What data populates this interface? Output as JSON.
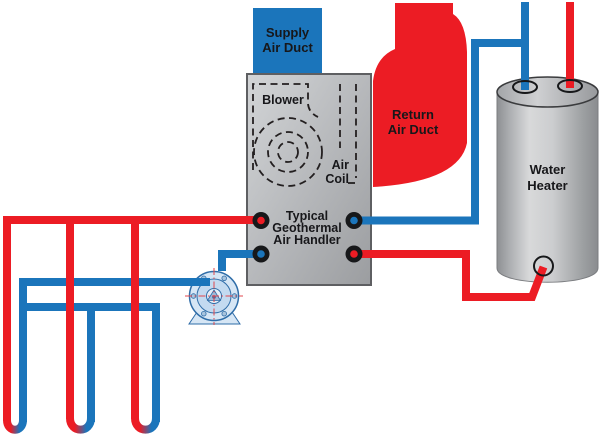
{
  "diagram": {
    "labels": {
      "supply_duct": {
        "line1": "Supply",
        "line2": "Air Duct"
      },
      "return_duct": {
        "line1": "Return",
        "line2": "Air Duct"
      },
      "blower": "Blower",
      "air_coil": {
        "line1": "Air",
        "line2": "Coil"
      },
      "air_handler": {
        "line1": "Typical",
        "line2": "Geothermal",
        "line3": "Air Handler"
      },
      "water_heater": {
        "line1": "Water",
        "line2": "Heater"
      }
    },
    "icons": {
      "pump": "circulator-pump",
      "ground_loops": "u-bend-ground-loop-pipes"
    },
    "colors": {
      "pipe_red": "#EC1C24",
      "pipe_blue": "#1B75BB",
      "duct_supply": "#1B75BB",
      "duct_return": "#EC1C24",
      "dash_outline": "#231F20",
      "label_text": "#17171A",
      "port_black": "#17181A",
      "pump_fill": "#D6E6F5",
      "pump_stroke": "#2F6DA8",
      "background": "#FFFFFF"
    }
  }
}
